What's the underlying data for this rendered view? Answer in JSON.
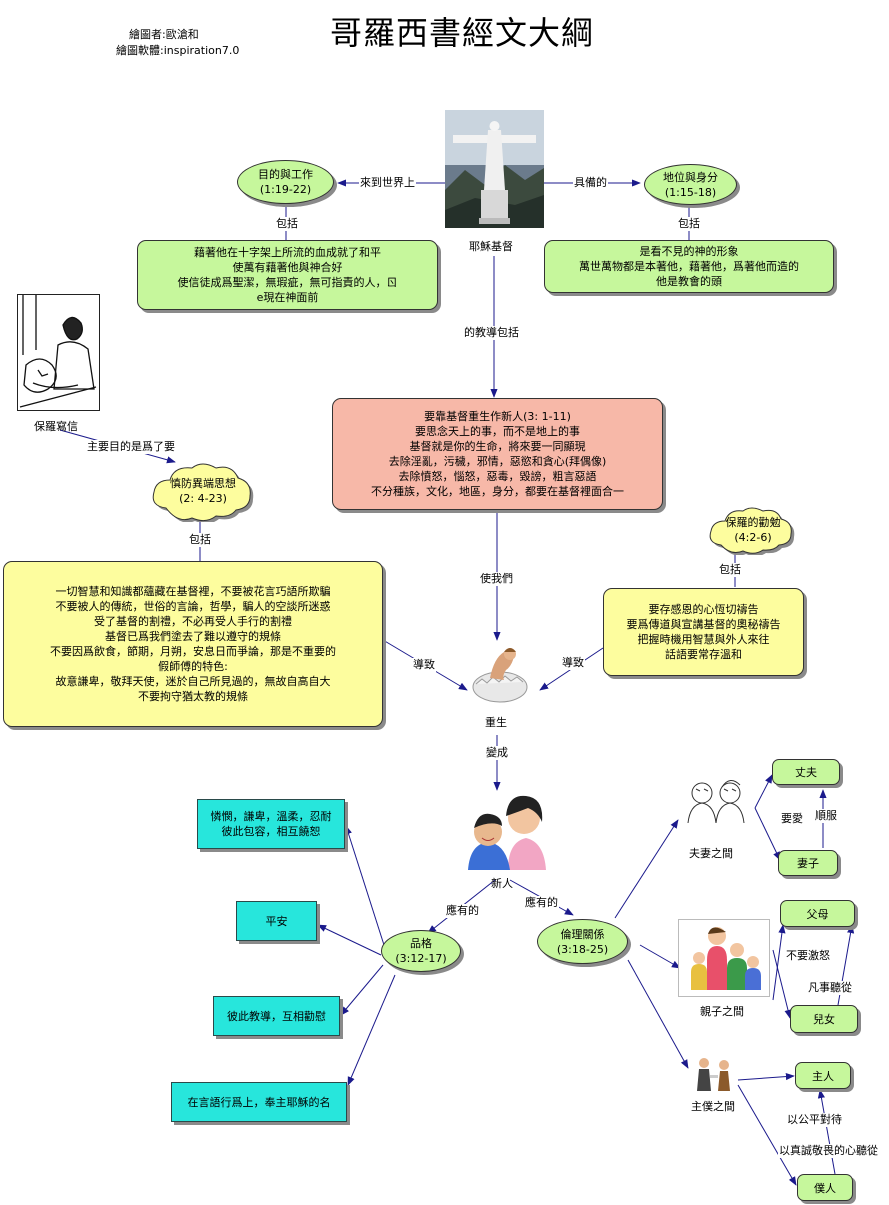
{
  "title": "哥羅西書經文大綱",
  "credits": {
    "author": "繪圖者:歐滄和",
    "software": "繪圖軟體:inspiration7.0"
  },
  "nodes": {
    "jesus": "耶穌基督",
    "purpose": {
      "title": "目的與工作",
      "ref": "(1:19-22)"
    },
    "purpose_detail": [
      "藉著他在十字架上所流的血成就了和平",
      "使萬有藉著他與神合好",
      "使信徒成爲聖潔，無瑕疵，無可指責的人，ㄖ",
      "e現在神面前"
    ],
    "status": {
      "title": "地位與身分",
      "ref": "(1:15-18)"
    },
    "status_detail": [
      "是看不見的神的形象",
      "萬世萬物都是本著他，藉著他，爲著他而造的",
      "他是教會的頭"
    ],
    "teaching": [
      "要靠基督重生作新人(3: 1-11)",
      "要思念天上的事，而不是地上的事",
      "基督就是你的生命，將來要一同顯現",
      "去除淫亂，污穢，邪情，惡慾和貪心(拜偶像)",
      "去除憤怒，惱怒，惡毒，毀謗，粗言惡語",
      "不分種族，文化，地區，身分，都要在基督裡面合一"
    ],
    "paul": "保羅寫信",
    "heresy": {
      "title": "慎防異端思想",
      "ref": "(2: 4-23)"
    },
    "heresy_detail": [
      "一切智慧和知識都蘊藏在基督裡，不要被花言巧語所欺騙",
      "不要被人的傳統，世俗的言論，哲學，騙人的空談所迷惑",
      "受了基督的割禮，不必再受人手行的割禮",
      "基督已爲我們塗去了難以遵守的規條",
      "不要因爲飲食，節期，月朔，安息日而爭論，那是不重要的",
      "假師傅的特色:",
      "故意謙卑，敬拜天使，迷於自己所見過的，無故自高自大",
      "不要拘守猶太教的規條"
    ],
    "exhort": {
      "title": "保羅的勸勉",
      "ref": "(4:2-6)"
    },
    "exhort_detail": [
      "要存感恩的心恆切禱告",
      "要爲傳道與宣講基督的奧秘禱告",
      "把握時機用智慧與外人來往",
      "話語要常存溫和"
    ],
    "rebirth": "重生",
    "newman": "新人",
    "character": {
      "title": "品格",
      "ref": "(3:12-17)"
    },
    "char_items": [
      "憐憫，謙卑，溫柔，忍耐",
      "彼此包容，相互饒恕",
      "平安",
      "彼此教導，互相勸慰",
      "在言語行爲上，奉主耶穌的名"
    ],
    "ethics": {
      "title": "倫理關係",
      "ref": "(3:18-25)"
    },
    "couple": "夫妻之間",
    "husband": "丈夫",
    "wife": "妻子",
    "parentchild": "親子之間",
    "parents": "父母",
    "children": "兒女",
    "mastersrv": "主僕之間",
    "master": "主人",
    "servant": "僕人"
  },
  "links": {
    "come_world": "來到世界上",
    "possess": "具備的",
    "include1": "包括",
    "include2": "包括",
    "teach_incl": "的教導包括",
    "main_purpose": "主要目的是爲了要",
    "include3": "包括",
    "include4": "包括",
    "make_us": "使我們",
    "lead1": "導致",
    "lead2": "導致",
    "become": "變成",
    "should1": "應有的",
    "should2": "應有的",
    "love": "要愛",
    "obey": "順服",
    "no_anger": "不要激怒",
    "obey_all": "凡事聽從",
    "fair": "以公平對待",
    "sincere": "以真誠敬畏的心聽從"
  }
}
